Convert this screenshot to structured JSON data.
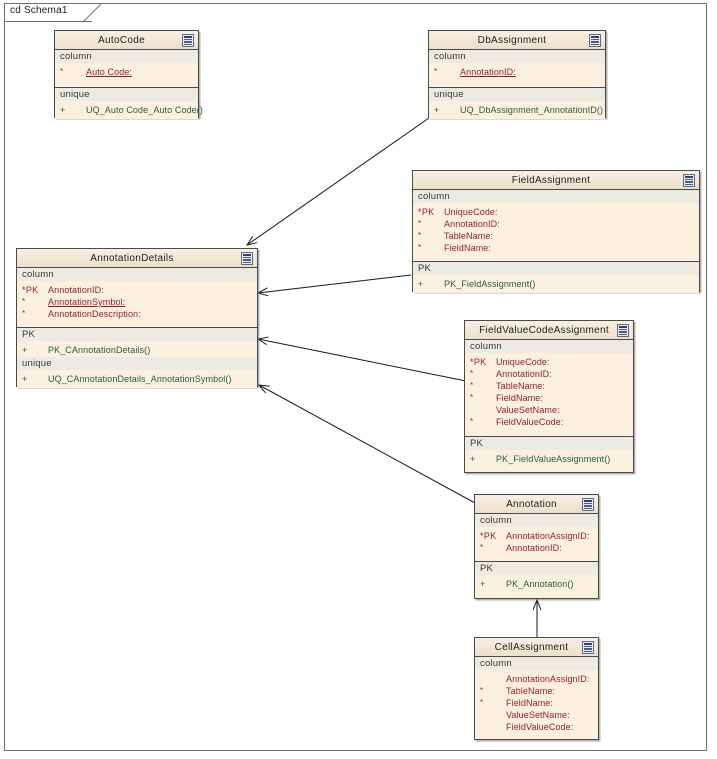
{
  "frame": {
    "label": "cd Schema1"
  },
  "icons": {
    "header_icon": "table-grid-icon"
  },
  "classes": [
    {
      "id": "autocode",
      "name": "AutoCode",
      "compartments": [
        {
          "stereotype": "column",
          "attributes": [
            {
              "mark": "*",
              "pk": "",
              "name": "Auto Code:",
              "underline": true
            }
          ]
        },
        {
          "stereotype": "unique",
          "operations": [
            {
              "visibility": "+",
              "name": "UQ_Auto Code_Auto Code()"
            }
          ]
        }
      ]
    },
    {
      "id": "dbassignment",
      "name": "DbAssignment",
      "compartments": [
        {
          "stereotype": "column",
          "attributes": [
            {
              "mark": "*",
              "pk": "",
              "name": "AnnotationID:",
              "underline": true
            }
          ]
        },
        {
          "stereotype": "unique",
          "operations": [
            {
              "visibility": "+",
              "name": "UQ_DbAssignment_AnnotationID()"
            }
          ]
        }
      ]
    },
    {
      "id": "fieldassignment",
      "name": "FieldAssignment",
      "compartments": [
        {
          "stereotype": "column",
          "attributes": [
            {
              "mark": "*",
              "pk": "PK",
              "name": "UniqueCode:",
              "underline": false
            },
            {
              "mark": "*",
              "pk": "",
              "name": "AnnotationID:",
              "underline": false
            },
            {
              "mark": "*",
              "pk": "",
              "name": "TableName:",
              "underline": false
            },
            {
              "mark": "*",
              "pk": "",
              "name": "FieldName:",
              "underline": false
            }
          ]
        },
        {
          "stereotype": "PK",
          "operations": [
            {
              "visibility": "+",
              "name": "PK_FieldAssignment()"
            }
          ]
        }
      ]
    },
    {
      "id": "annotationdetails",
      "name": "AnnotationDetails",
      "compartments": [
        {
          "stereotype": "column",
          "attributes": [
            {
              "mark": "*",
              "pk": "PK",
              "name": "AnnotationID:",
              "underline": false
            },
            {
              "mark": "*",
              "pk": "",
              "name": "AnnotationSymbol:",
              "underline": true
            },
            {
              "mark": "*",
              "pk": "",
              "name": "AnnotationDescription:",
              "underline": false
            }
          ]
        },
        {
          "stereotype": "PK",
          "operations": [
            {
              "visibility": "+",
              "name": "PK_CAnnotationDetails()"
            }
          ],
          "stereotype2": "unique",
          "operations2": [
            {
              "visibility": "+",
              "name": "UQ_CAnnotationDetails_AnnotationSymbol()"
            }
          ]
        }
      ]
    },
    {
      "id": "fieldvaluecodeassignment",
      "name": "FieldValueCodeAssignment",
      "compartments": [
        {
          "stereotype": "column",
          "attributes": [
            {
              "mark": "*",
              "pk": "PK",
              "name": "UniqueCode:",
              "underline": false
            },
            {
              "mark": "*",
              "pk": "",
              "name": "AnnotationID:",
              "underline": false
            },
            {
              "mark": "*",
              "pk": "",
              "name": "TableName:",
              "underline": false
            },
            {
              "mark": "*",
              "pk": "",
              "name": "FieldName:",
              "underline": false
            },
            {
              "mark": "",
              "pk": "",
              "name": "ValueSetName:",
              "underline": false
            },
            {
              "mark": "*",
              "pk": "",
              "name": "FieldValueCode:",
              "underline": false
            }
          ]
        },
        {
          "stereotype": "PK",
          "operations": [
            {
              "visibility": "+",
              "name": "PK_FieldValueAssignment()"
            }
          ]
        }
      ]
    },
    {
      "id": "annotation",
      "name": "Annotation",
      "compartments": [
        {
          "stereotype": "column",
          "attributes": [
            {
              "mark": "*",
              "pk": "PK",
              "name": "AnnotationAssignID:",
              "underline": false
            },
            {
              "mark": "*",
              "pk": "",
              "name": "AnnotationID:",
              "underline": false
            }
          ]
        },
        {
          "stereotype": "PK",
          "operations": [
            {
              "visibility": "+",
              "name": "PK_Annotation()"
            }
          ]
        }
      ]
    },
    {
      "id": "cellassignment",
      "name": "CellAssignment",
      "compartments": [
        {
          "stereotype": "column",
          "attributes": [
            {
              "mark": "",
              "pk": "",
              "name": "AnnotationAssignID:",
              "underline": false
            },
            {
              "mark": "*",
              "pk": "",
              "name": "TableName:",
              "underline": false
            },
            {
              "mark": "*",
              "pk": "",
              "name": "FieldName:",
              "underline": false
            },
            {
              "mark": "",
              "pk": "",
              "name": "ValueSetName:",
              "underline": false
            },
            {
              "mark": "",
              "pk": "",
              "name": "FieldValueCode:",
              "underline": false
            }
          ]
        }
      ]
    }
  ],
  "colors": {
    "class_fill": "#fbf0e0",
    "class_border": "#4a4a46",
    "attribute_text": "#8d1f1f",
    "operation_text": "#24603f",
    "stereotype_band": "#edeae2",
    "connector": "#1a1a1a"
  },
  "connectors": [
    {
      "from": "DbAssignment",
      "to": "AnnotationDetails",
      "kind": "dependency-arrow"
    },
    {
      "from": "FieldAssignment",
      "to": "AnnotationDetails",
      "kind": "dependency-arrow"
    },
    {
      "from": "FieldValueCodeAssignment",
      "to": "AnnotationDetails",
      "kind": "dependency-arrow"
    },
    {
      "from": "Annotation",
      "to": "AnnotationDetails",
      "kind": "dependency-arrow"
    },
    {
      "from": "CellAssignment",
      "to": "Annotation",
      "kind": "dependency-arrow"
    }
  ]
}
